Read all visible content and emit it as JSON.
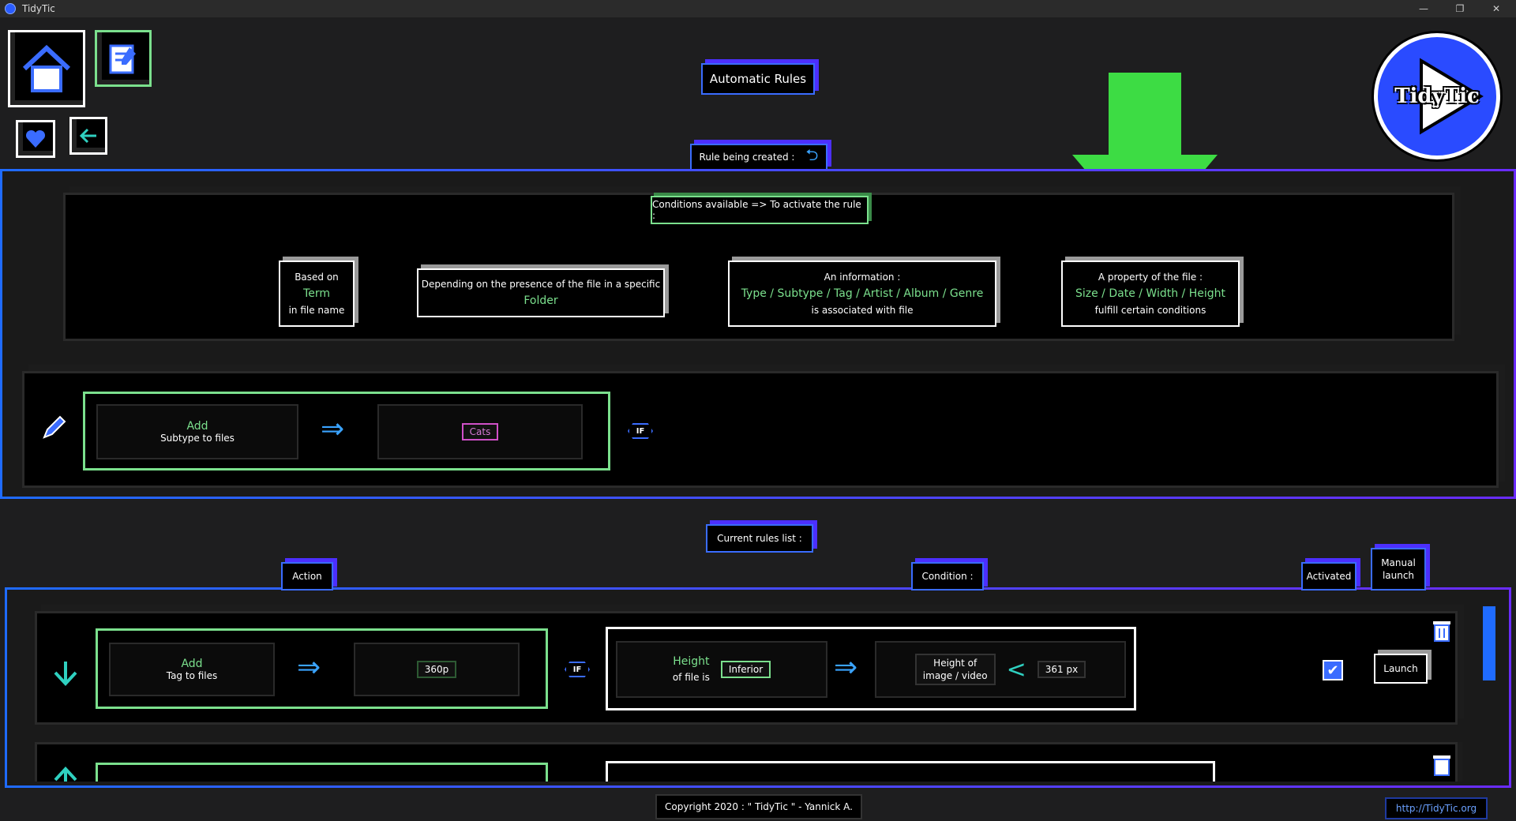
{
  "window": {
    "title": "TidyTic",
    "min": "—",
    "max": "❐",
    "close": "✕"
  },
  "header": {
    "page_title": "Automatic Rules",
    "logo_text": "TidyTic"
  },
  "nav": {
    "home": "home-icon",
    "edit": "edit-document-icon",
    "favorite": "heart-icon",
    "back": "back-arrow-icon"
  },
  "creation": {
    "label": "Rule being created :",
    "conditions_title": "Conditions available => To activate the rule :",
    "options": [
      {
        "line1": "Based on",
        "highlight": "Term",
        "line3": "in file name"
      },
      {
        "line1": "Depending on the presence of the file in a specific",
        "highlight": "Folder",
        "line3": ""
      },
      {
        "line1": "An information :",
        "highlight": "Type / Subtype / Tag / Artist / Album / Genre",
        "line3": "is associated with file"
      },
      {
        "line1": "A property of the file :",
        "highlight": "Size / Date / Width / Height",
        "line3": "fulfill certain conditions"
      }
    ],
    "action": {
      "verb": "Add",
      "target": "Subtype to files",
      "value": "Cats",
      "if": "IF"
    }
  },
  "list": {
    "title": "Current rules list :",
    "headers": {
      "action": "Action",
      "condition": "Condition :",
      "activated": "Activated",
      "manual_line1": "Manual",
      "manual_line2": "launch"
    },
    "rows": [
      {
        "verb": "Add",
        "target": "Tag to files",
        "value": "360p",
        "if": "IF",
        "cond_line1": "Height",
        "cond_line2": "of file is",
        "operator": "Inferior",
        "cmp_line1": "Height of",
        "cmp_line2": "image / video",
        "symbol": "<",
        "amount": "361 px",
        "launch": "Launch",
        "activated": true
      }
    ]
  },
  "footer": {
    "copyright": "Copyright 2020 : \" TidyTic \" - Yannick A.",
    "link": "http://TidyTic.org"
  },
  "colors": {
    "accent_blue": "#1f6bff",
    "accent_purple": "#6a2cff",
    "green": "#7be08d",
    "magenta": "#d050c8"
  }
}
